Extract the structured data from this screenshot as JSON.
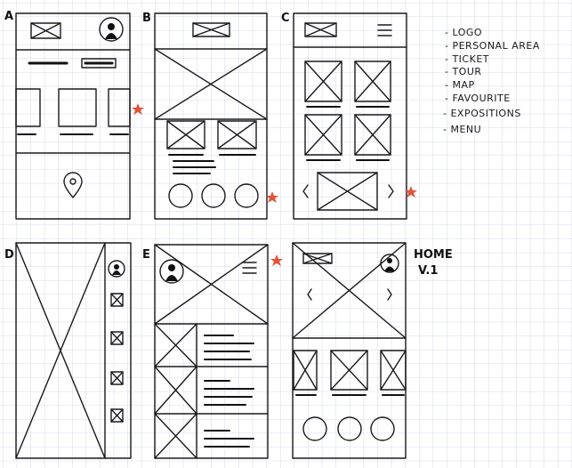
{
  "frames": {
    "a": "A",
    "b": "B",
    "c": "C",
    "d": "D",
    "e": "E"
  },
  "legend": [
    "- LOGO",
    "- PERSONAL AREA",
    "- TICKET",
    "- TOUR",
    "-   MAP",
    "- FAVOURITE",
    "- EXPOSITIONS",
    "- MENU"
  ],
  "home_title": "HOME",
  "home_version": "V.1",
  "colors": {
    "ink": "#1a1a1a",
    "grid": "#c9cfe0",
    "star": "#e0533a"
  }
}
